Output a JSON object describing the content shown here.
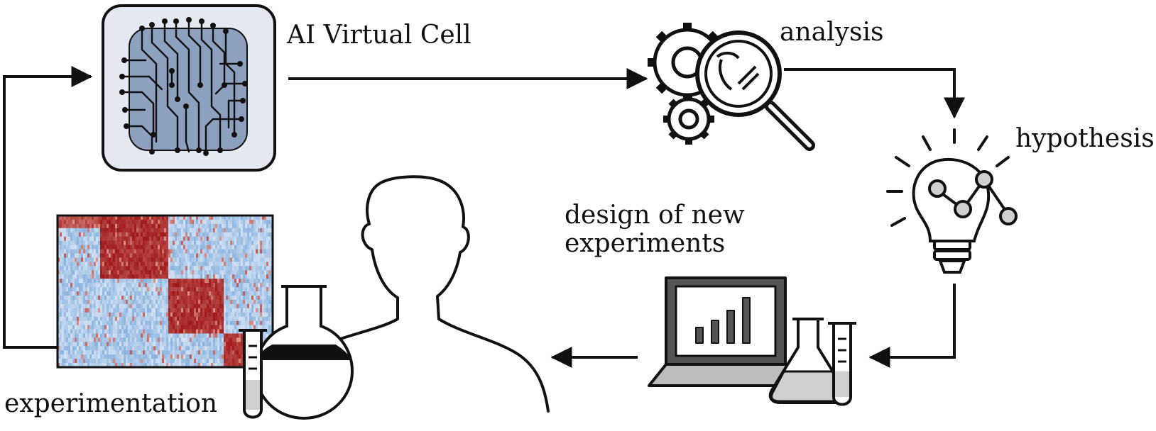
{
  "diagram": {
    "nodes": {
      "ai_virtual_cell": {
        "label": "AI Virtual Cell",
        "icon": "circuit-chip-icon"
      },
      "analysis": {
        "label": "analysis",
        "icon": "gears-magnifier-icon"
      },
      "hypothesis": {
        "label": "hypothesis",
        "icon": "lightbulb-graph-icon"
      },
      "design": {
        "label_line1": "design of new",
        "label_line2": "experiments",
        "icon": "laptop-lab-icon"
      },
      "experimentation": {
        "label": "experimentation",
        "icon": "heatmap-flask-icon"
      }
    },
    "flow": [
      "experimentation",
      "ai_virtual_cell",
      "analysis",
      "hypothesis",
      "design",
      "experimentation"
    ],
    "colors": {
      "line": "#111111",
      "chip_fill": "#e3e8f1",
      "chip_inner": "#8da0bd",
      "heat_red": "#a31b1b",
      "heat_blue": "#7fa8d1",
      "gray_fill": "#cfcfcf"
    }
  }
}
